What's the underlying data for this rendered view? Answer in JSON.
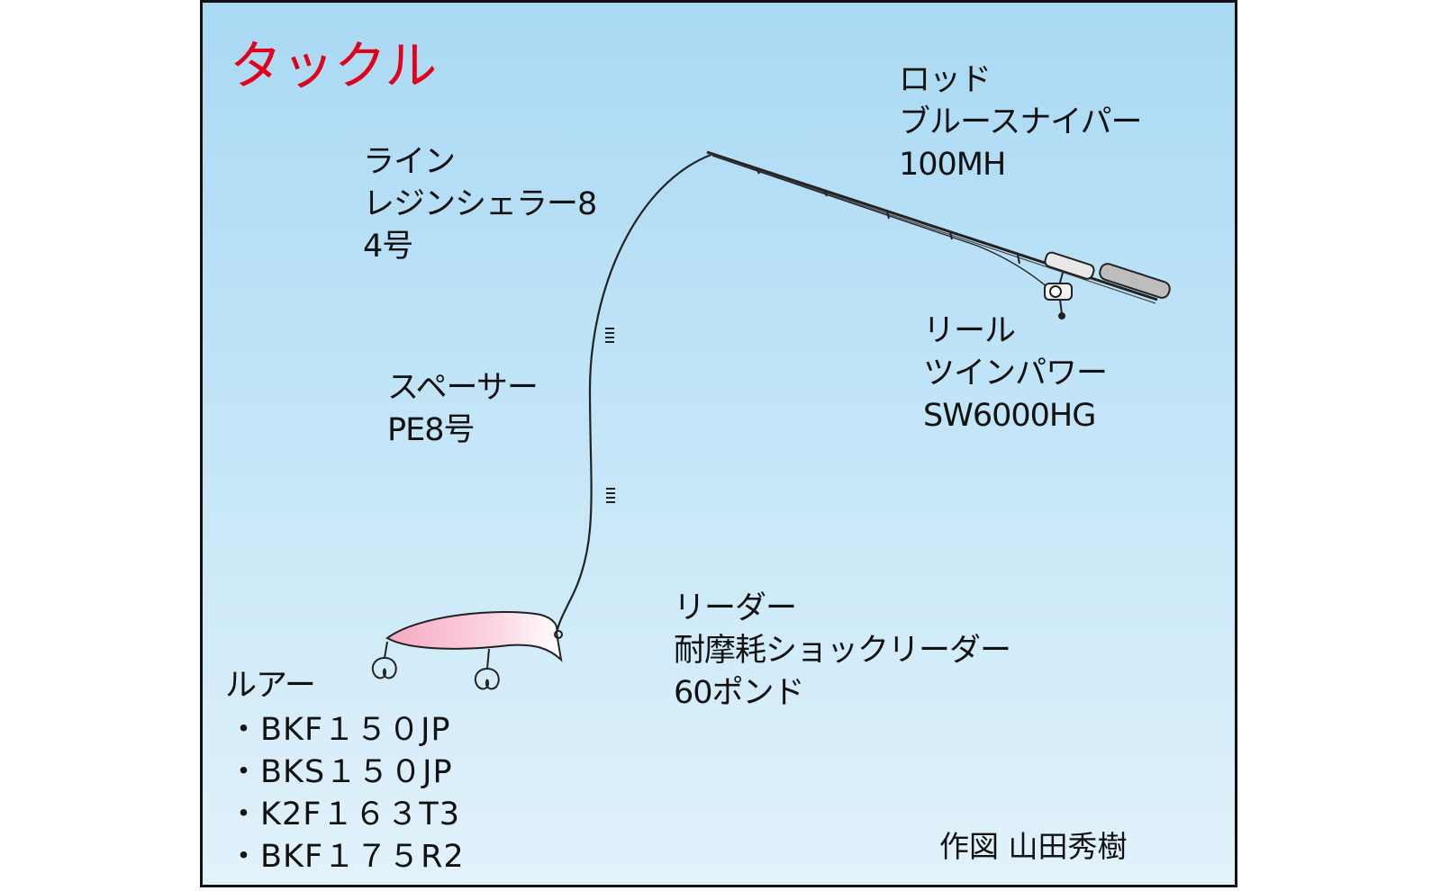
{
  "title": "タックル",
  "rod": {
    "heading": "ロッド",
    "name": "ブルースナイパー",
    "model": "100MH"
  },
  "line": {
    "heading": "ライン",
    "name": "レジンシェラー8",
    "size": "4号"
  },
  "spacer": {
    "heading": "スペーサー",
    "spec": "PE8号"
  },
  "reel": {
    "heading": "リール",
    "name": "ツインパワー",
    "model": "SW6000HG"
  },
  "leader": {
    "heading": "リーダー",
    "name": "耐摩耗ショックリーダー",
    "strength": "60ポンド"
  },
  "lure": {
    "heading": "ルアー",
    "items": [
      "・BKF１５０JP",
      "・BKS１５０JP",
      "・K2F１６３T3",
      "・BKF１７５R2"
    ]
  },
  "credit": "作図 山田秀樹",
  "colors": {
    "title": "#e3001b",
    "background_top": "#a9d9f4",
    "background_bottom": "#e2f2fb",
    "lure_body": "#f6b8cc",
    "rod": "#222222"
  }
}
